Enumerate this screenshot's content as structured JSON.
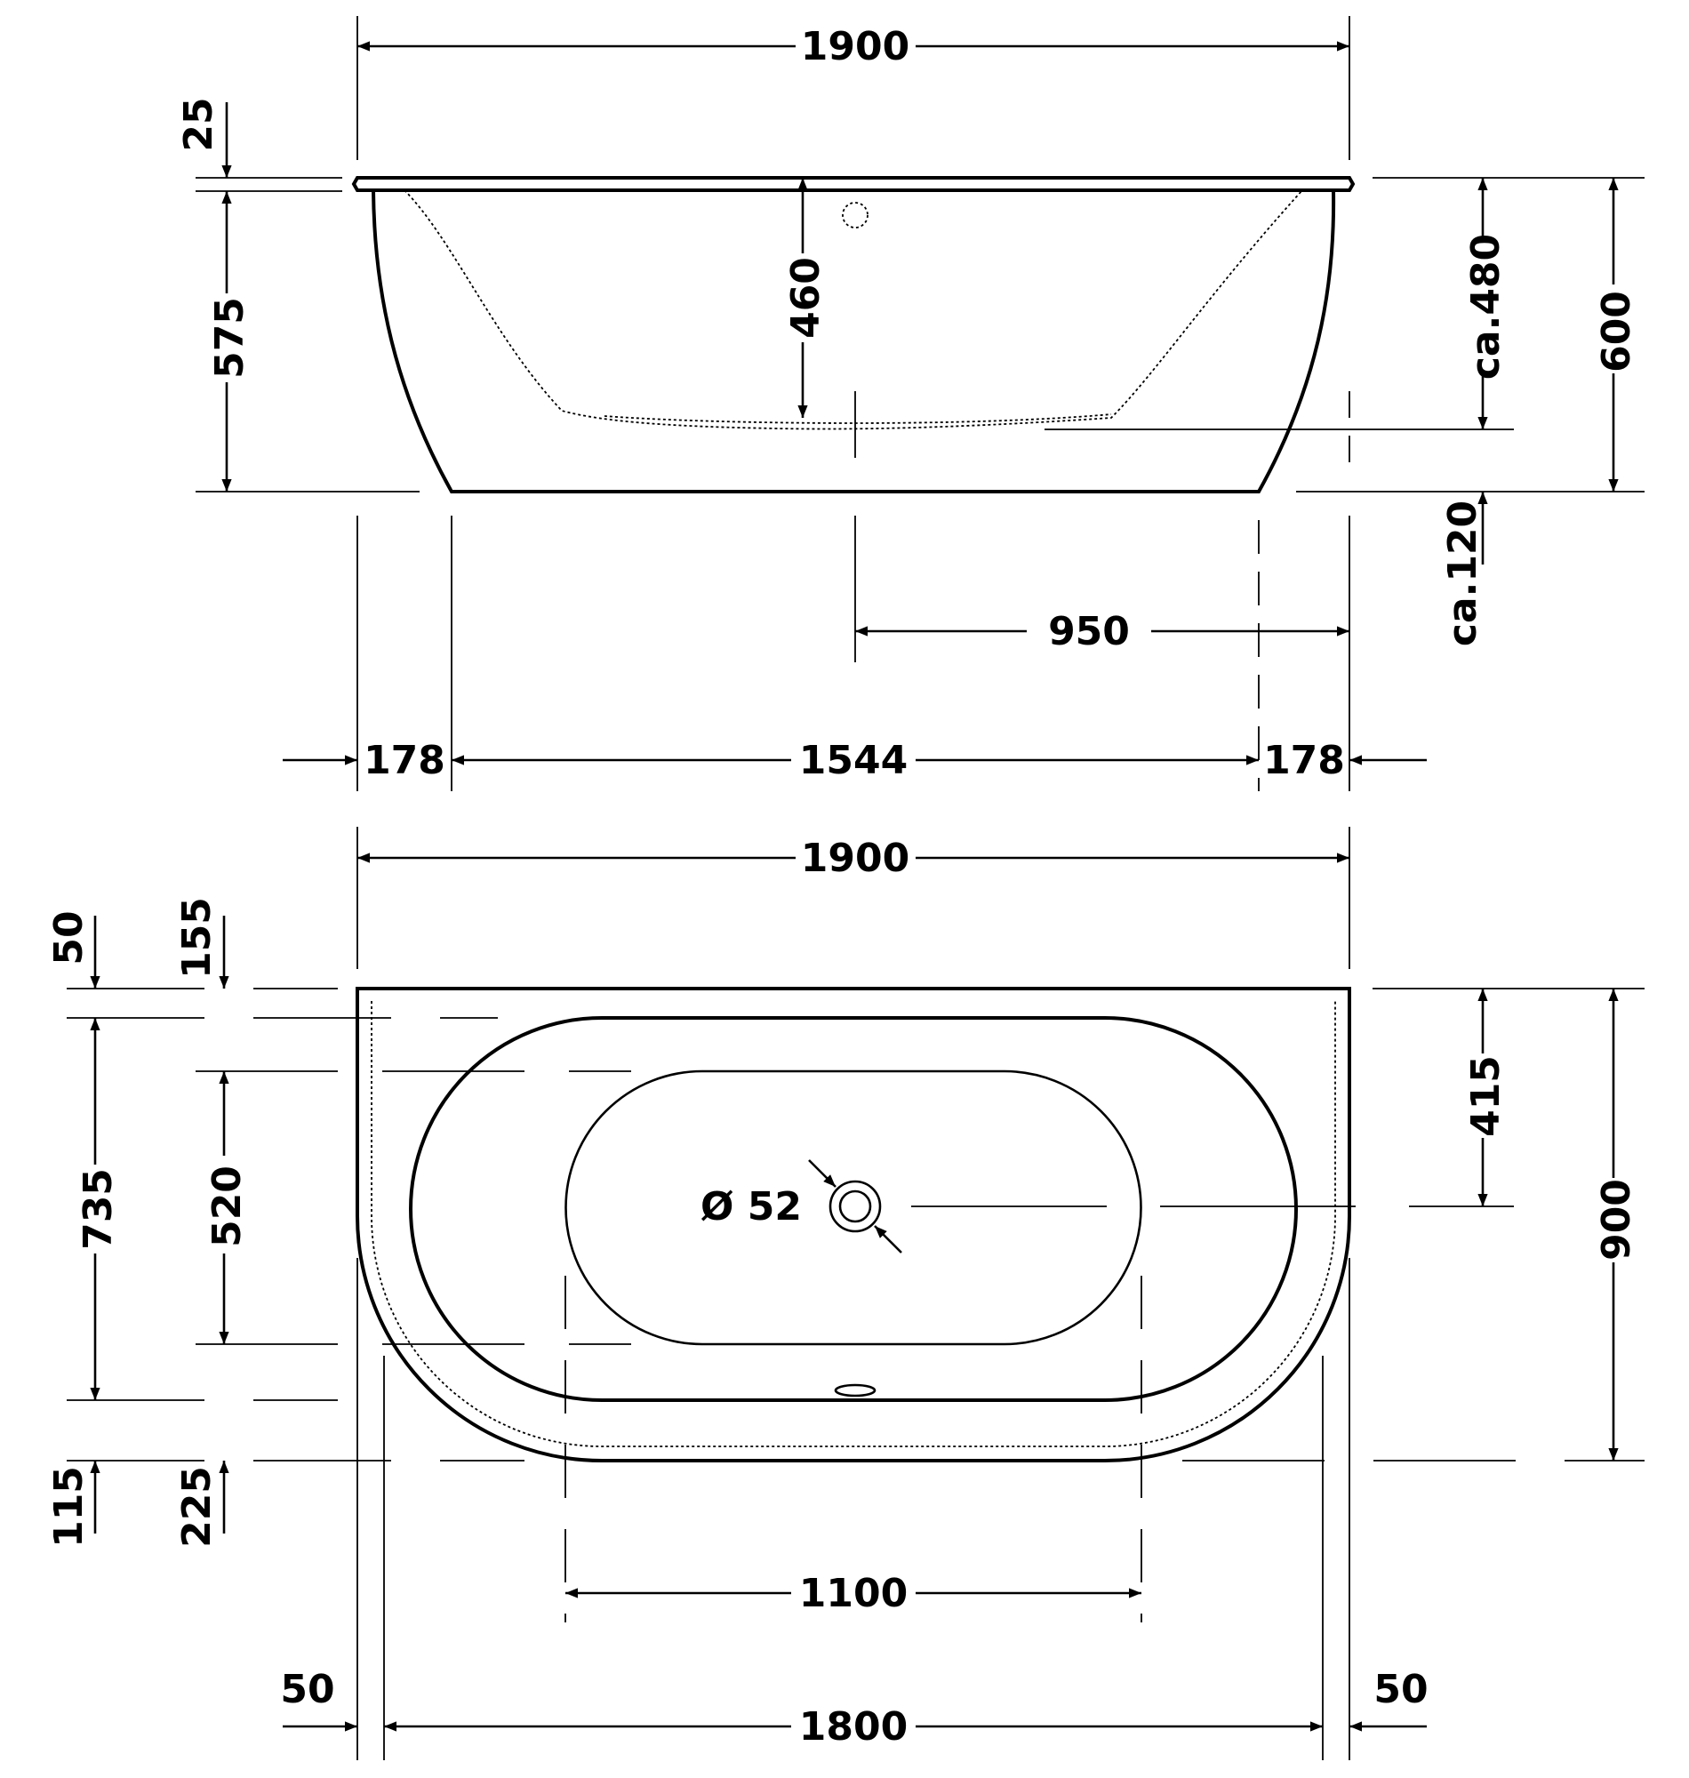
{
  "side_view": {
    "overall_length": "1900",
    "rim_thickness": "25",
    "depth_to_floor": "575",
    "water_depth": "460",
    "inner_depth": "ca.480",
    "overall_height": "600",
    "foot_height": "ca.120",
    "drain_offset": "950",
    "left_overhang": "178",
    "base_length": "1544",
    "right_overhang": "178"
  },
  "plan_view": {
    "overall_length": "1900",
    "top_offset_1": "50",
    "top_offset_2": "155",
    "inner_width": "735",
    "floor_width": "520",
    "bottom_offset_1": "115",
    "bottom_offset_2": "225",
    "drain_position": "415",
    "overall_width": "900",
    "drain_diameter": "Ø 52",
    "floor_length": "1100",
    "left_wall": "50",
    "inner_length": "1800",
    "right_wall": "50"
  }
}
